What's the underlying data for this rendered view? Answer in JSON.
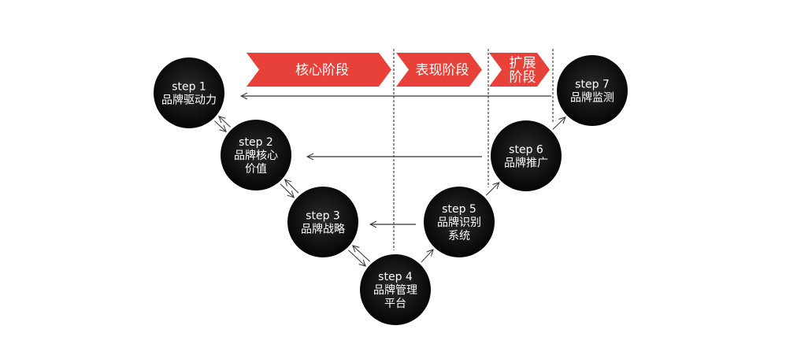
{
  "colors": {
    "chevron": "#e8413a",
    "circle": "#111111",
    "line": "#333333"
  },
  "phases": [
    {
      "label_lines": [
        "核心阶段"
      ]
    },
    {
      "label_lines": [
        "表现阶段"
      ]
    },
    {
      "label_lines": [
        "扩展",
        "阶段"
      ]
    }
  ],
  "steps": [
    {
      "title": "step 1",
      "lines": [
        "品牌驱动力"
      ]
    },
    {
      "title": "step 2",
      "lines": [
        "品牌核心",
        "价值"
      ]
    },
    {
      "title": "step 3",
      "lines": [
        "品牌战略"
      ]
    },
    {
      "title": "step 4",
      "lines": [
        "品牌管理",
        "平台"
      ]
    },
    {
      "title": "step 5",
      "lines": [
        "品牌识别",
        "系统"
      ]
    },
    {
      "title": "step 6",
      "lines": [
        "品牌推广"
      ]
    },
    {
      "title": "step 7",
      "lines": [
        "品牌监测"
      ]
    }
  ]
}
